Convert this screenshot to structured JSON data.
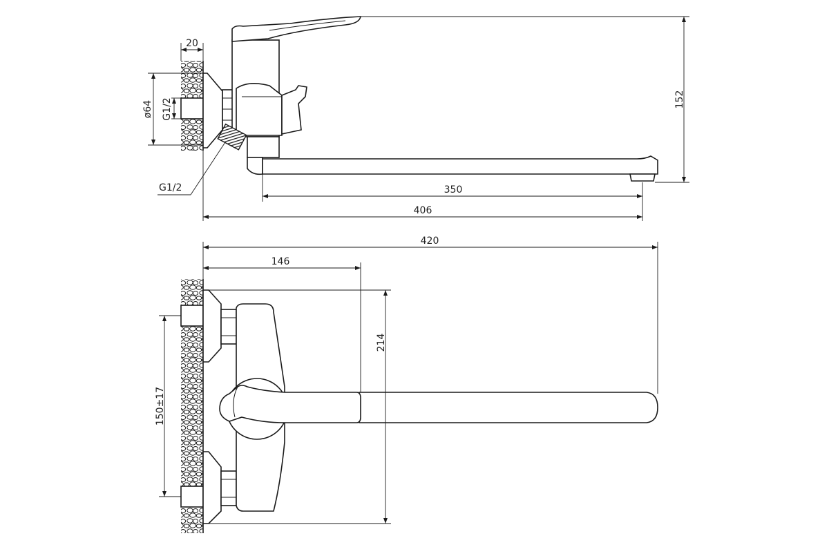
{
  "dimensions": {
    "side_view": {
      "wall_offset": "20",
      "flange_diameter": "ø64",
      "inlet_thread": "G1/2",
      "hose_thread": "G1/2",
      "height": "152",
      "spout_reach": "350",
      "total_reach": "406"
    },
    "top_view": {
      "total_length": "420",
      "body_depth": "146",
      "body_height": "214",
      "inlet_spacing": "150±17"
    }
  }
}
